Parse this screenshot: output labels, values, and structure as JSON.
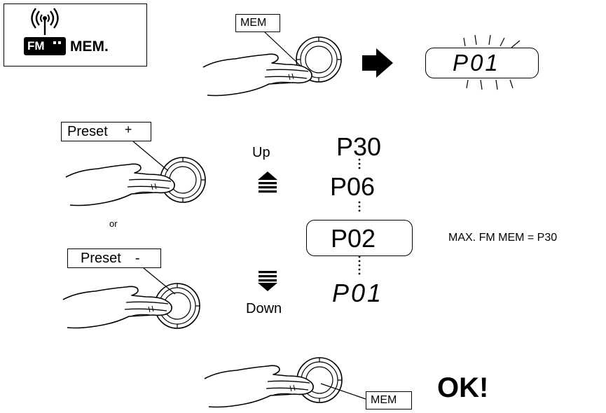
{
  "mode_box": {
    "band_label": "FM",
    "mem_label": "MEM."
  },
  "step1": {
    "button_label": "MEM",
    "display_text": "P01"
  },
  "step2": {
    "preset_up_label": "Preset",
    "preset_up_sign": "+",
    "or_text": "or",
    "preset_down_label": "Preset",
    "preset_down_sign": "-",
    "up_text": "Up",
    "down_text": "Down",
    "presets": {
      "top": "P30",
      "upper": "P06",
      "current": "P02",
      "lower": "P01"
    },
    "max_note": "MAX. FM MEM = P30"
  },
  "step3": {
    "button_label": "MEM",
    "confirm_text": "OK!"
  },
  "icons": {
    "antenna": "antenna-broadcast-icon",
    "hand": "hand-pressing-icon",
    "knob": "rotary-knob-icon",
    "arrow_right": "arrow-right-icon",
    "arrow_up": "triple-up-arrow-icon",
    "arrow_down": "triple-down-arrow-icon",
    "blink": "blink-rays-icon"
  }
}
